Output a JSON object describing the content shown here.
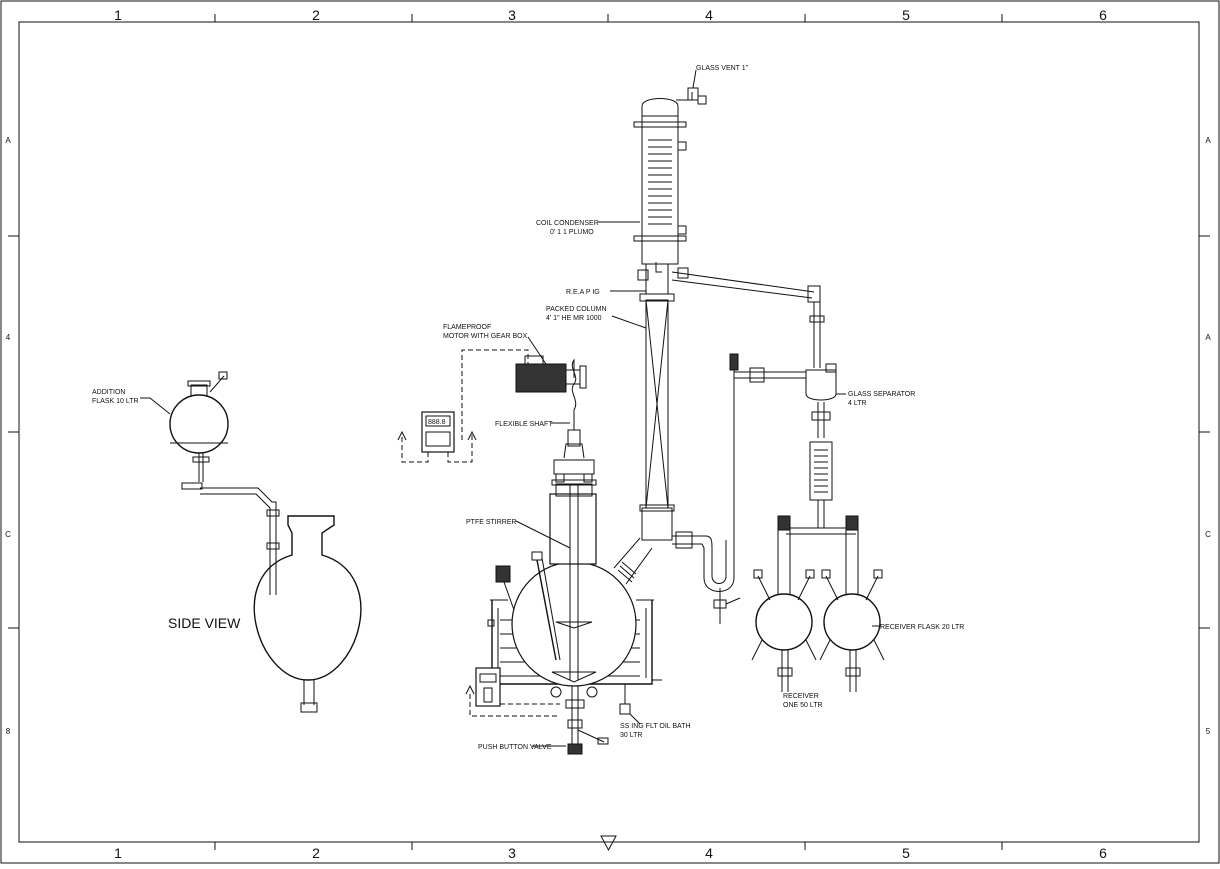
{
  "sheet": {
    "zone_columns": [
      "1",
      "2",
      "3",
      "4",
      "5",
      "6"
    ],
    "zone_rows_left": [
      "A",
      "4",
      "C",
      "8"
    ],
    "zone_rows_right": [
      "A",
      "A",
      "C",
      "5"
    ]
  },
  "labels": {
    "glass_vent": "GLASS VENT 1\"",
    "coil_condenser_1": "COIL CONDENSER",
    "coil_condenser_2": "0' 1 1 PLUMO",
    "reflux_piece": "R.E.A P IG",
    "packed_column_1": "PACKED COLUMN",
    "packed_column_2": "4' 1\" HE MR 1000",
    "motor_1": "FLAMEPROOF",
    "motor_2": "MOTOR WITH GEAR BOX",
    "flexible_shaft": "FLEXIBLE SHAFT",
    "ptfe_stirrer": "PTFE STIRRER",
    "glass_separator_1": "GLASS SEPARATOR",
    "glass_separator_2": "4 LTR",
    "receiver_flask": "RECEIVER FLASK 20 LTR",
    "oil_bath_1": "SS ING FLT OIL BATH",
    "oil_bath_2": "30 LTR",
    "push_button_valve": "PUSH BUTTON VALVE",
    "addition_flask_1": "ADDITION",
    "addition_flask_2": "FLASK 10 LTR",
    "side_view": "SIDE VIEW",
    "receiver_bottom_1": "RECEIVER",
    "receiver_bottom_2": "ONE 50 LTR",
    "control_panel_display": "888.8"
  }
}
